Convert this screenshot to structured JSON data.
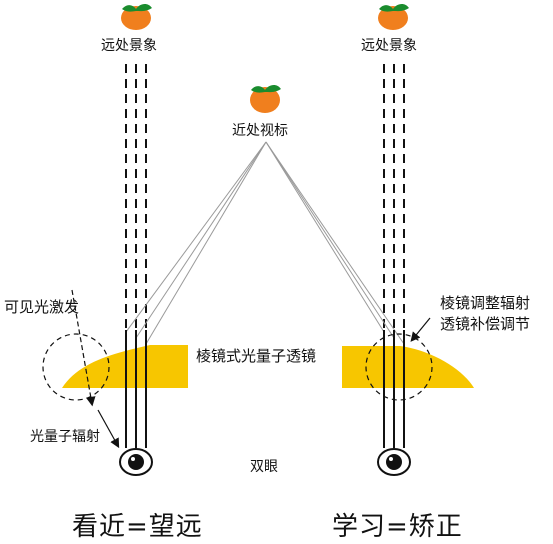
{
  "labels": {
    "far_scene_left": "远处景象",
    "far_scene_right": "远处景象",
    "near_target": "近处视标",
    "visible_light": "可见光激发",
    "photon_radiation": "光量子辐射",
    "prism_lens": "棱镜式光量子透镜",
    "eyes": "双眼",
    "prism_adjust_line1": "棱镜调整辐射",
    "prism_adjust_line2": "透镜补偿调节",
    "caption_left": "看近=望远",
    "caption_right": "学习=矫正"
  },
  "colors": {
    "lens": "#f7c600",
    "orange": "#f07f1e",
    "leaf": "#1a8c2e",
    "line": "#111111",
    "ray": "#9a9a9a"
  },
  "icons": [
    "orange-icon",
    "eye-icon",
    "arrow-icon"
  ]
}
